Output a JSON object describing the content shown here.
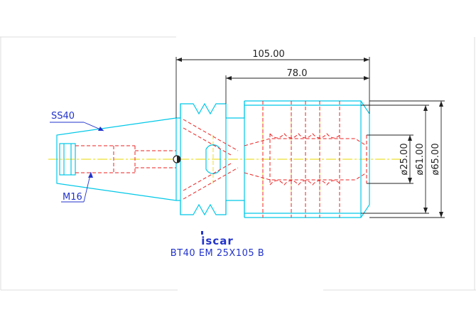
{
  "drawing": {
    "dimensions": {
      "overall_length": "105.00",
      "body_length": "78.0",
      "bore_diameter": "ø25.00",
      "body_diameter": "ø61.00",
      "flange_diameter": "ø65.00"
    },
    "callouts": {
      "taper": "SS40",
      "thread": "M16"
    },
    "logo": "iscar",
    "caption": "BT40  EM  25X105  B"
  },
  "colors": {
    "outline": "#00c8e8",
    "hidden": "#ee2222",
    "centerline": "#e8d800",
    "dimension": "#222222",
    "callout": "#2233cc"
  }
}
